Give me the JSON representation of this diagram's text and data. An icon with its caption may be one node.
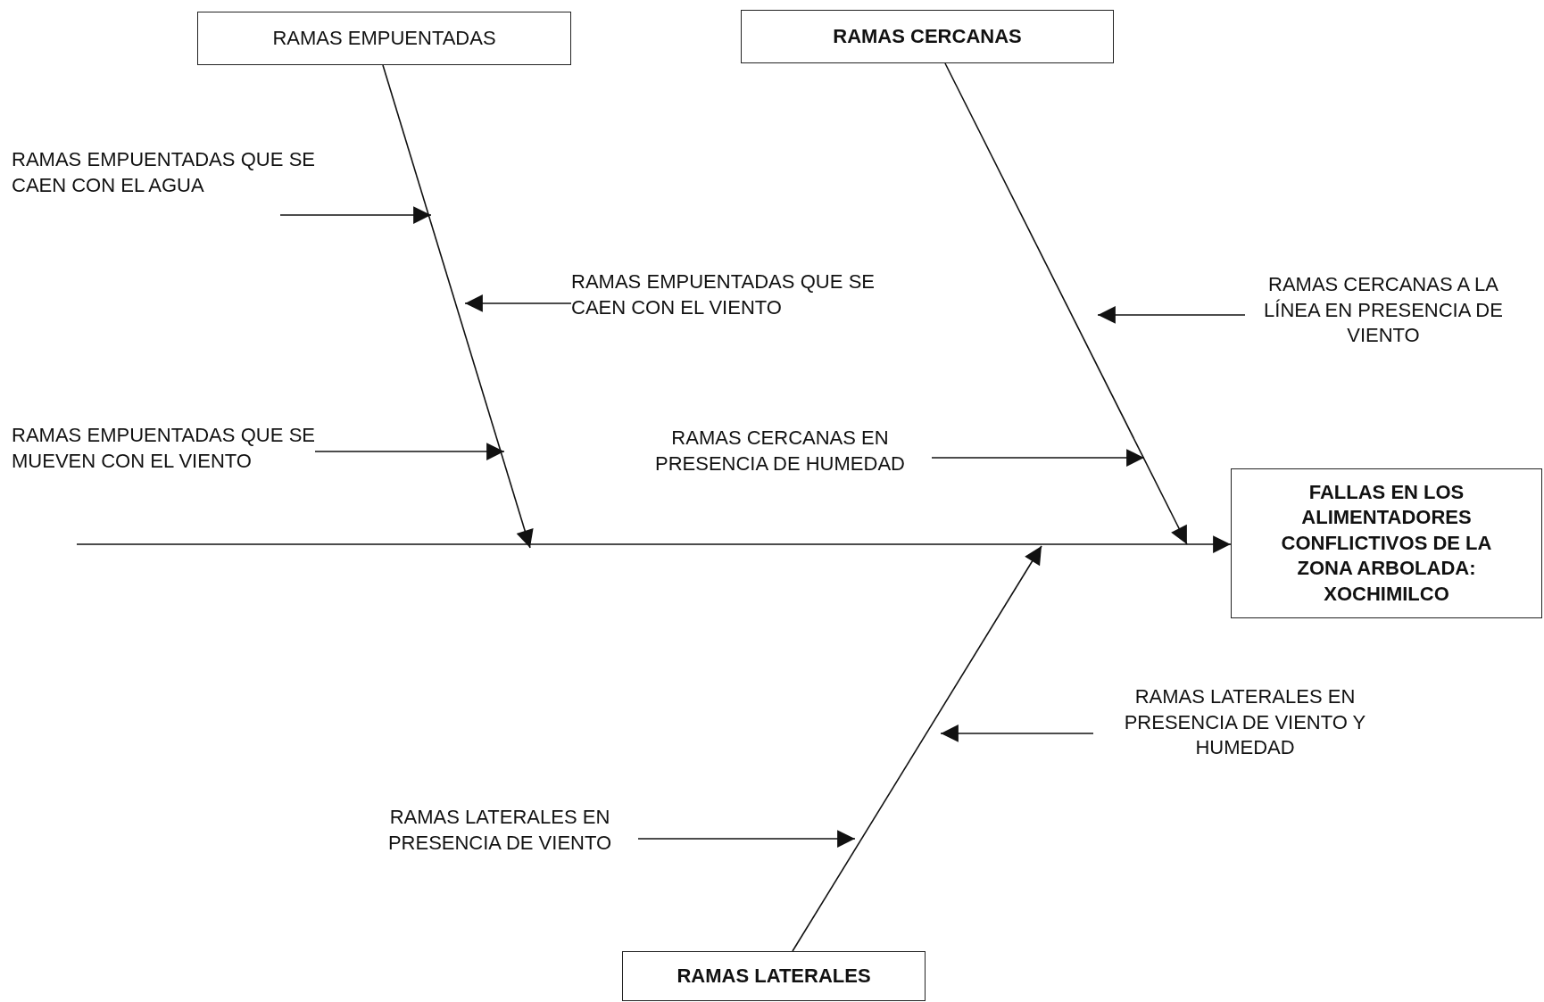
{
  "diagram": {
    "nodes": [
      {
        "text": [
          "RAMAS EMPUENTADAS"
        ]
      },
      {
        "text": [
          "RAMAS CERCANAS"
        ]
      },
      {
        "text": [
          "RAMAS EMPUENTADAS QUE SE CAEN CON EL AGUA"
        ]
      },
      {
        "text": [
          "RAMAS EMPUENTADAS QUE SE CAEN CON EL VIENTO"
        ]
      },
      {
        "text": [
          "RAMAS CERCANAS A LA LÍNEA EN PRESENCIA DE VIENTO"
        ]
      },
      {
        "text": [
          "RAMAS EMPUENTADAS QUE SE MUEVEN CON EL VIENTO"
        ]
      },
      {
        "text": [
          "RAMAS CERCANAS EN PRESENCIA DE HUMEDAD"
        ]
      },
      {
        "text": [
          "FALLAS EN LOS ALIMENTADORES CONFLICTIVOS DE LA ZONA ARBOLADA: XOCHIMILCO"
        ]
      },
      {
        "text": [
          "RAMAS LATERALES EN PRESENCIA DE VIENTO Y HUMEDAD"
        ]
      },
      {
        "text": [
          "RAMAS LATERALES EN PRESENCIA DE VIENTO"
        ]
      },
      {
        "text": [
          "RAMAS LATERALES"
        ]
      }
    ],
    "edges": [
      {
        "from": null,
        "to": 7,
        "arrow": "to"
      },
      {
        "from": 0,
        "to": null,
        "arrow": "to"
      },
      {
        "from": 1,
        "to": null,
        "arrow": "to"
      },
      {
        "from": 10,
        "to": null,
        "arrow": "to"
      },
      {
        "from": 2,
        "to": null,
        "arrow": "to"
      },
      {
        "from": 3,
        "to": null,
        "arrow": "to"
      },
      {
        "from": 4,
        "to": null,
        "arrow": "to"
      },
      {
        "from": 5,
        "to": null,
        "arrow": "to"
      },
      {
        "from": 6,
        "to": null,
        "arrow": "to"
      },
      {
        "from": 8,
        "to": null,
        "arrow": "to"
      },
      {
        "from": 9,
        "to": null,
        "arrow": "to"
      }
    ]
  }
}
